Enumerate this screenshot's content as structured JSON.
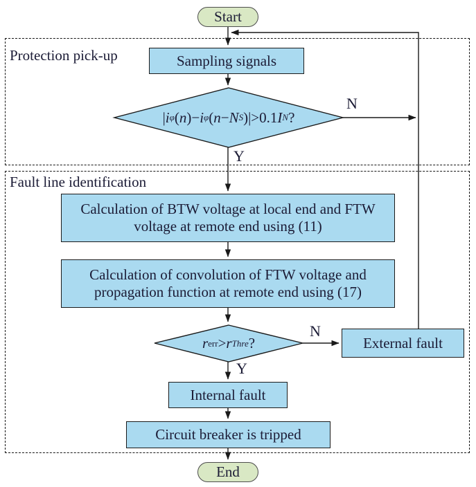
{
  "figure": {
    "type": "flowchart"
  },
  "colors": {
    "process_fill": "#aadaf0",
    "terminal_fill": "#d9e8c4",
    "line": "#1a1a1a",
    "text": "#1b1b35",
    "background": "#ffffff"
  },
  "groups": {
    "protection_pickup": {
      "label": "Protection pick-up"
    },
    "fault_line_identification": {
      "label": "Fault line identification"
    }
  },
  "nodes": {
    "start": {
      "label": "Start"
    },
    "sampling": {
      "label": "Sampling signals"
    },
    "pickup_decision": {
      "parts": [
        {
          "text": "|"
        },
        {
          "text": "i",
          "italic": true
        },
        {
          "text": "φ",
          "sub": true,
          "italic": true
        },
        {
          "text": "("
        },
        {
          "text": "n",
          "italic": true
        },
        {
          "text": ")−"
        },
        {
          "text": "i",
          "italic": true
        },
        {
          "text": "φ",
          "sub": true,
          "italic": true
        },
        {
          "text": "("
        },
        {
          "text": "n",
          "italic": true
        },
        {
          "text": "−"
        },
        {
          "text": "N",
          "italic": true
        },
        {
          "text": "S",
          "sub": true,
          "italic": true
        },
        {
          "text": ")|>0.1"
        },
        {
          "text": "I",
          "italic": true
        },
        {
          "text": "N",
          "sub": true,
          "italic": true
        },
        {
          "text": "?"
        }
      ],
      "yes_label": "Y",
      "no_label": "N"
    },
    "calc_btw_ftw": {
      "label": "Calculation of BTW voltage at local end and FTW voltage at remote end using (11)"
    },
    "calc_convolution": {
      "label": "Calculation of convolution of FTW voltage and propagation function at remote end using (17)"
    },
    "ratio_decision": {
      "parts": [
        {
          "text": "r",
          "italic": true
        },
        {
          "text": "err",
          "sub": true
        },
        {
          "text": ">"
        },
        {
          "text": "r",
          "italic": true
        },
        {
          "text": "Thre",
          "sub": true,
          "italic": true
        },
        {
          "text": "?"
        }
      ],
      "yes_label": "Y",
      "no_label": "N"
    },
    "external_fault": {
      "label": "External fault"
    },
    "internal_fault": {
      "label": "Internal fault"
    },
    "circuit_breaker": {
      "label": "Circuit breaker is tripped"
    },
    "end": {
      "label": "End"
    }
  }
}
